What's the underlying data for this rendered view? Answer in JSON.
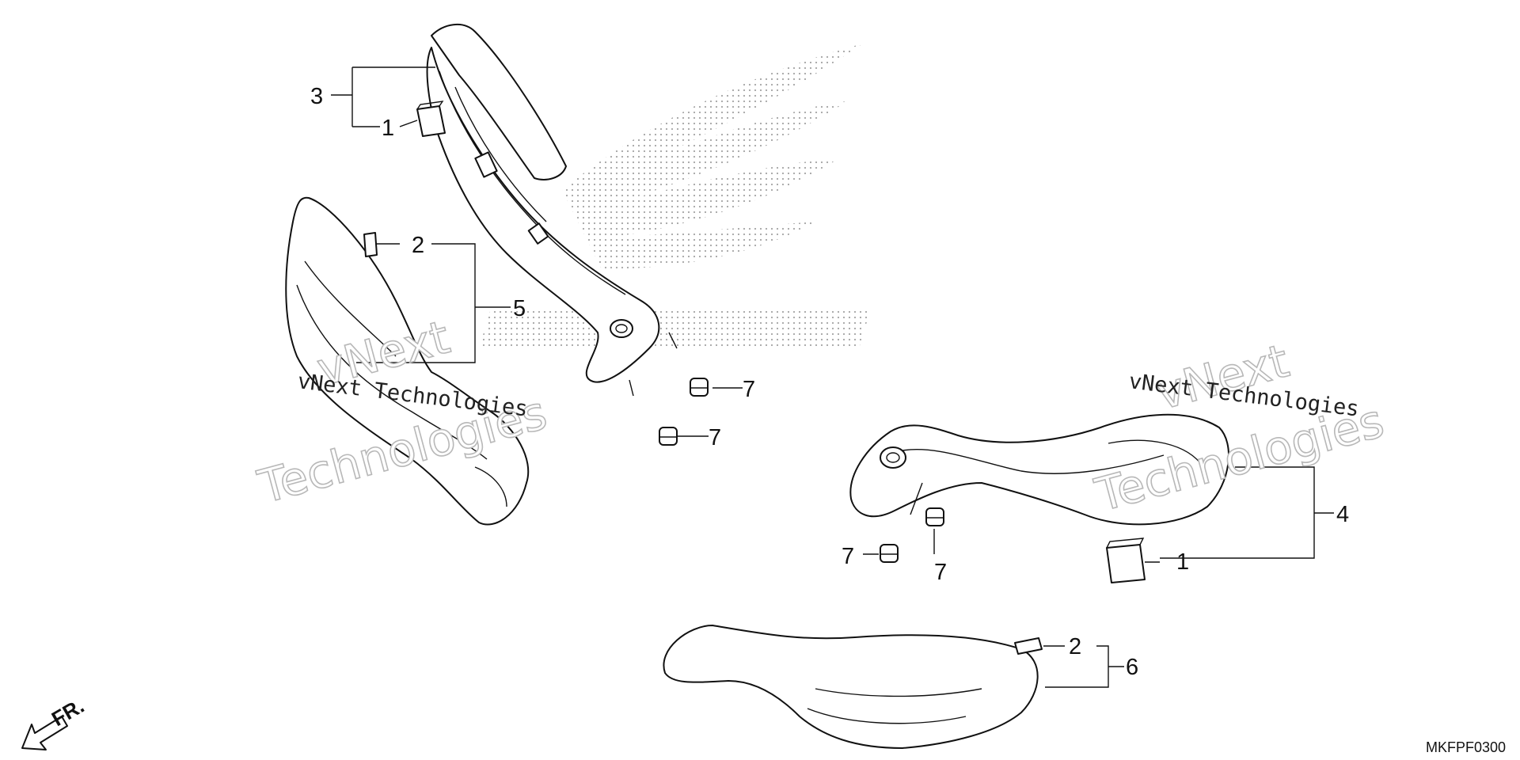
{
  "diagram": {
    "code": "MKFPF0300",
    "front_label": "FR.",
    "watermark_small": "vNext Technologies",
    "watermark_large_1": "vNext",
    "watermark_large_2": "Technologies",
    "callouts": {
      "c1a": "1",
      "c1b": "1",
      "c2a": "2",
      "c2b": "2",
      "c3": "3",
      "c4": "4",
      "c5": "5",
      "c6": "6",
      "c7a": "7",
      "c7b": "7",
      "c7c": "7",
      "c7d": "7"
    },
    "colors": {
      "line": "#111111",
      "dots": "#9a9a9a",
      "watermark_outline": "#b8b8b8"
    }
  }
}
